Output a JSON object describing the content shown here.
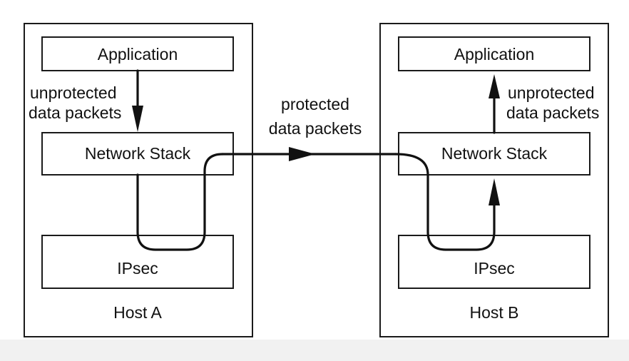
{
  "host_a": {
    "application": "Application",
    "network_stack": "Network Stack",
    "ipsec": "IPsec",
    "name": "Host A",
    "unprotected_line1": "unprotected",
    "unprotected_line2": "data packets"
  },
  "host_b": {
    "application": "Application",
    "network_stack": "Network Stack",
    "ipsec": "IPsec",
    "name": "Host B",
    "unprotected_line1": "unprotected",
    "unprotected_line2": "data packets"
  },
  "link": {
    "protected_line1": "protected",
    "protected_line2": "data packets"
  },
  "colors": {
    "stroke": "#111111",
    "background": "#ffffff"
  }
}
